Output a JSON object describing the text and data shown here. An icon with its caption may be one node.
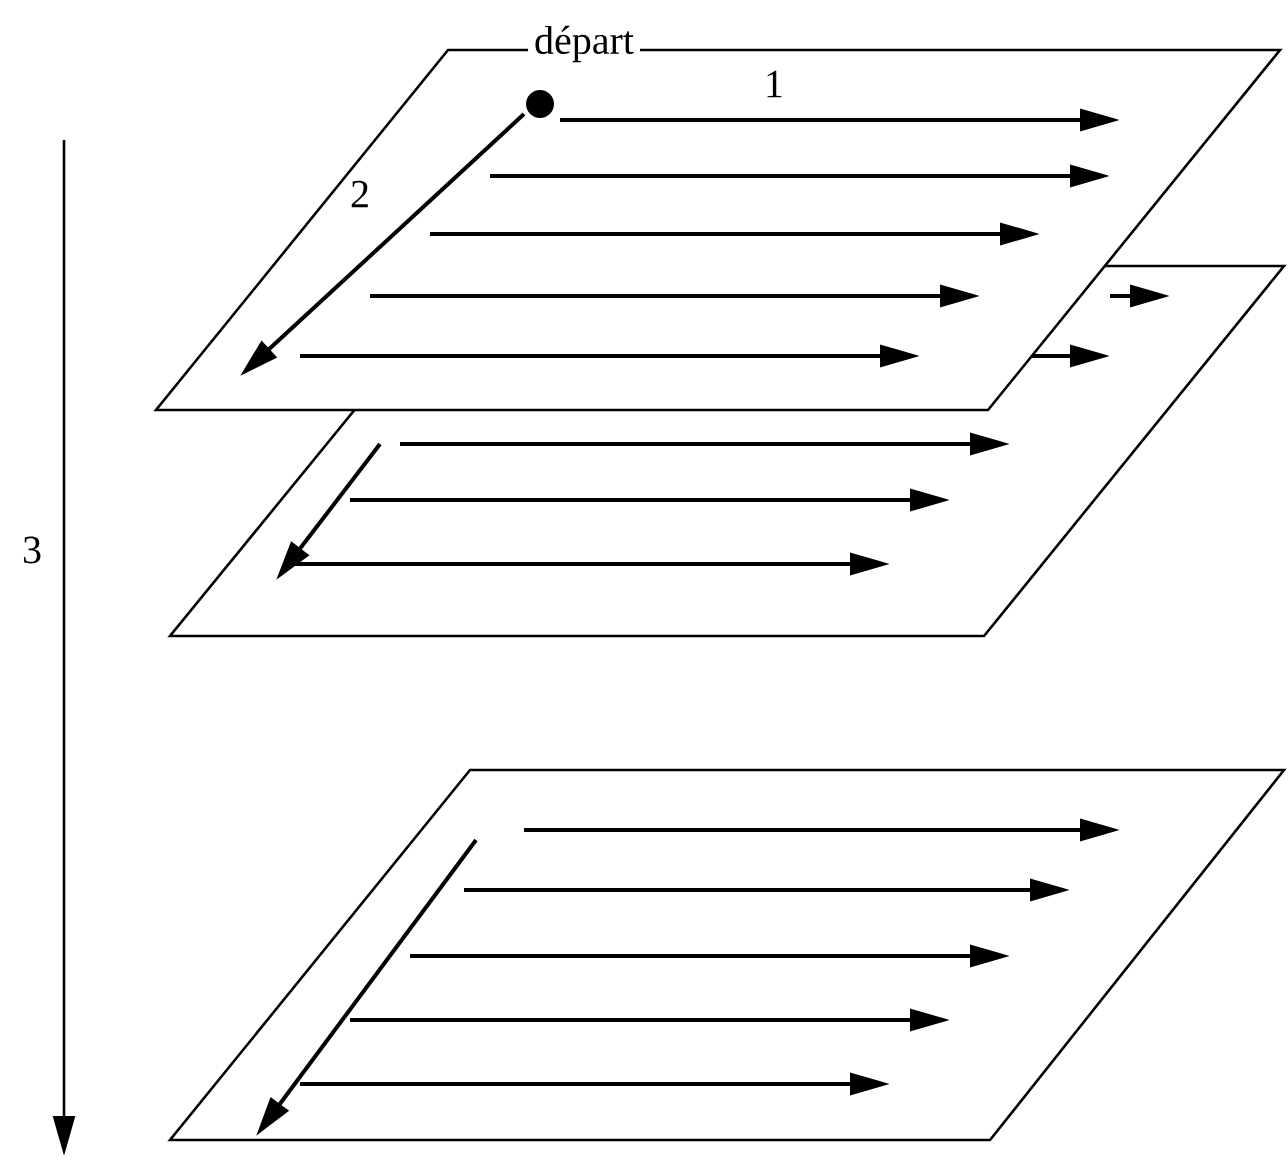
{
  "diagram": {
    "labels": [
      "départ",
      "1",
      "2",
      "3"
    ]
  }
}
